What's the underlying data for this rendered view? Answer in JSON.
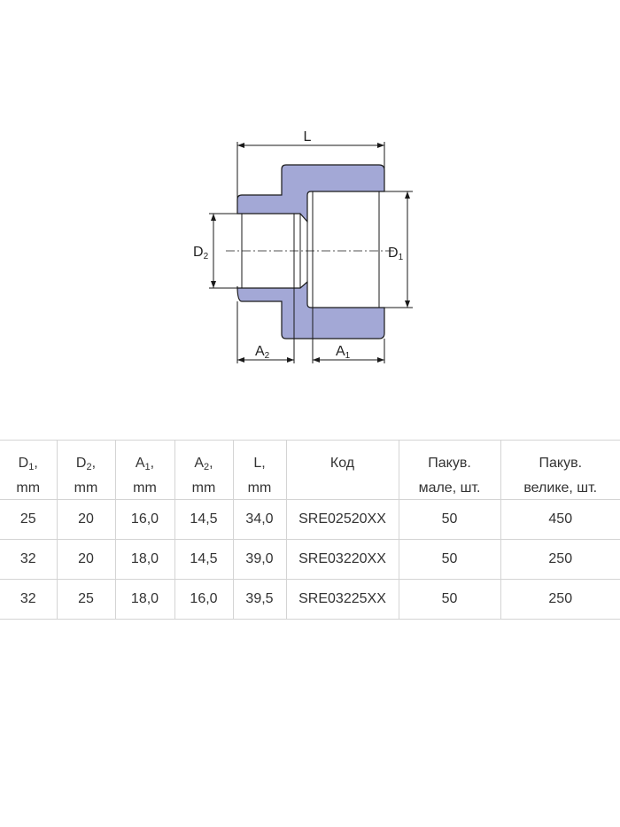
{
  "drawing": {
    "labels": {
      "L": "L",
      "D1": {
        "main": "D",
        "sub": "1"
      },
      "D2": {
        "main": "D",
        "sub": "2"
      },
      "A1": {
        "main": "A",
        "sub": "1"
      },
      "A2": {
        "main": "A",
        "sub": "2"
      }
    },
    "colors": {
      "body_fill": "#a3a8d6",
      "outline": "#1a1a1a",
      "dim_line": "#1a1a1a"
    }
  },
  "table": {
    "headers": [
      {
        "main": "D",
        "sub": "1",
        "suffix": ",",
        "line2": "mm"
      },
      {
        "main": "D",
        "sub": "2",
        "suffix": ",",
        "line2": "mm"
      },
      {
        "main": "A",
        "sub": "1",
        "suffix": ",",
        "line2": "mm"
      },
      {
        "main": "A",
        "sub": "2",
        "suffix": ",",
        "line2": "mm"
      },
      {
        "main": "L",
        "sub": "",
        "suffix": ",",
        "line2": "mm"
      },
      {
        "main": "Код",
        "sub": "",
        "suffix": "",
        "line2": ""
      },
      {
        "main": "Пакув.",
        "sub": "",
        "suffix": "",
        "line2": "мале, шт."
      },
      {
        "main": "Пакув.",
        "sub": "",
        "suffix": "",
        "line2": "велике, шт."
      }
    ],
    "rows": [
      [
        "25",
        "20",
        "16,0",
        "14,5",
        "34,0",
        "SRE02520XX",
        "50",
        "450"
      ],
      [
        "32",
        "20",
        "18,0",
        "14,5",
        "39,0",
        "SRE03220XX",
        "50",
        "250"
      ],
      [
        "32",
        "25",
        "18,0",
        "16,0",
        "39,5",
        "SRE03225XX",
        "50",
        "250"
      ]
    ],
    "colors": {
      "grid": "#d4d4d4",
      "text": "#333333"
    }
  }
}
